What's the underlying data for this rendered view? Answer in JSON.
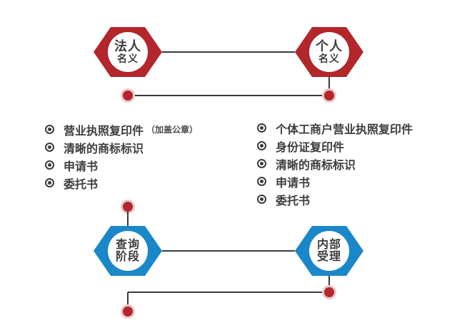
{
  "colors": {
    "red": "#b2262c",
    "blue": "#1a87c8",
    "line": "#3a3a3a",
    "text": "#3d3d3d",
    "dot_fill": "#b2262c",
    "dot_halo": "#e9c8c9"
  },
  "nodes": {
    "legal": {
      "line1": "法人",
      "line2": "名义",
      "color": "#b2262c"
    },
    "personal": {
      "line1": "个人",
      "line2": "名义",
      "color": "#b2262c"
    },
    "query": {
      "line1": "查询",
      "line2": "阶段",
      "color": "#1a87c8"
    },
    "accept": {
      "line1": "内部",
      "line2": "受理",
      "color": "#1a87c8"
    }
  },
  "lists": {
    "legal_name": {
      "items": [
        {
          "text": "营业执照复印件",
          "note": "（加盖公章）"
        },
        {
          "text": "清晰的商标标识",
          "note": ""
        },
        {
          "text": "申请书",
          "note": ""
        },
        {
          "text": "委托书",
          "note": ""
        }
      ]
    },
    "personal_name": {
      "items": [
        {
          "text": "个体工商户营业执照复印件",
          "note": ""
        },
        {
          "text": "身份证复印件",
          "note": ""
        },
        {
          "text": "清晰的商标标识",
          "note": ""
        },
        {
          "text": "申请书",
          "note": ""
        },
        {
          "text": "委托书",
          "note": ""
        }
      ]
    }
  }
}
